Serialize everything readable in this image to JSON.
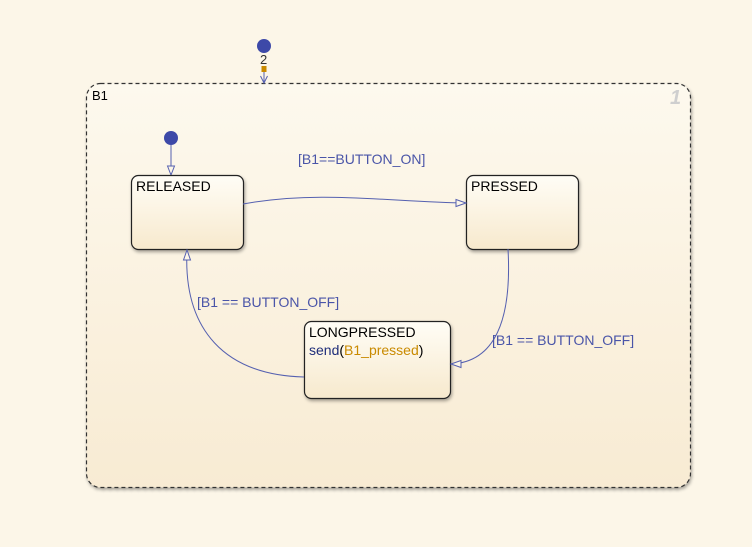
{
  "colors": {
    "background": "#fcf6e8",
    "state_fill_top": "#fffdf6",
    "state_fill_bottom": "#f7e9cd",
    "transition": "#5560b0",
    "junction": "#3d49a8",
    "label": "#4a55a8",
    "function_name": "#1f2e7a",
    "argument": "#c98a00"
  },
  "superstate": {
    "name": "B1",
    "execution_order": "1"
  },
  "default_transition": {
    "execution_order": "2"
  },
  "states": {
    "released": {
      "name": "RELEASED"
    },
    "pressed": {
      "name": "PRESSED"
    },
    "longpressed": {
      "name": "LONGPRESSED",
      "action_fn": "send",
      "action_open": "(",
      "action_arg": "B1_pressed",
      "action_close": ")"
    }
  },
  "transitions": {
    "released_to_pressed": "[B1==BUTTON_ON]",
    "pressed_to_longpressed": "[B1 == BUTTON_OFF]",
    "longpressed_to_released": "[B1 == BUTTON_OFF]"
  }
}
